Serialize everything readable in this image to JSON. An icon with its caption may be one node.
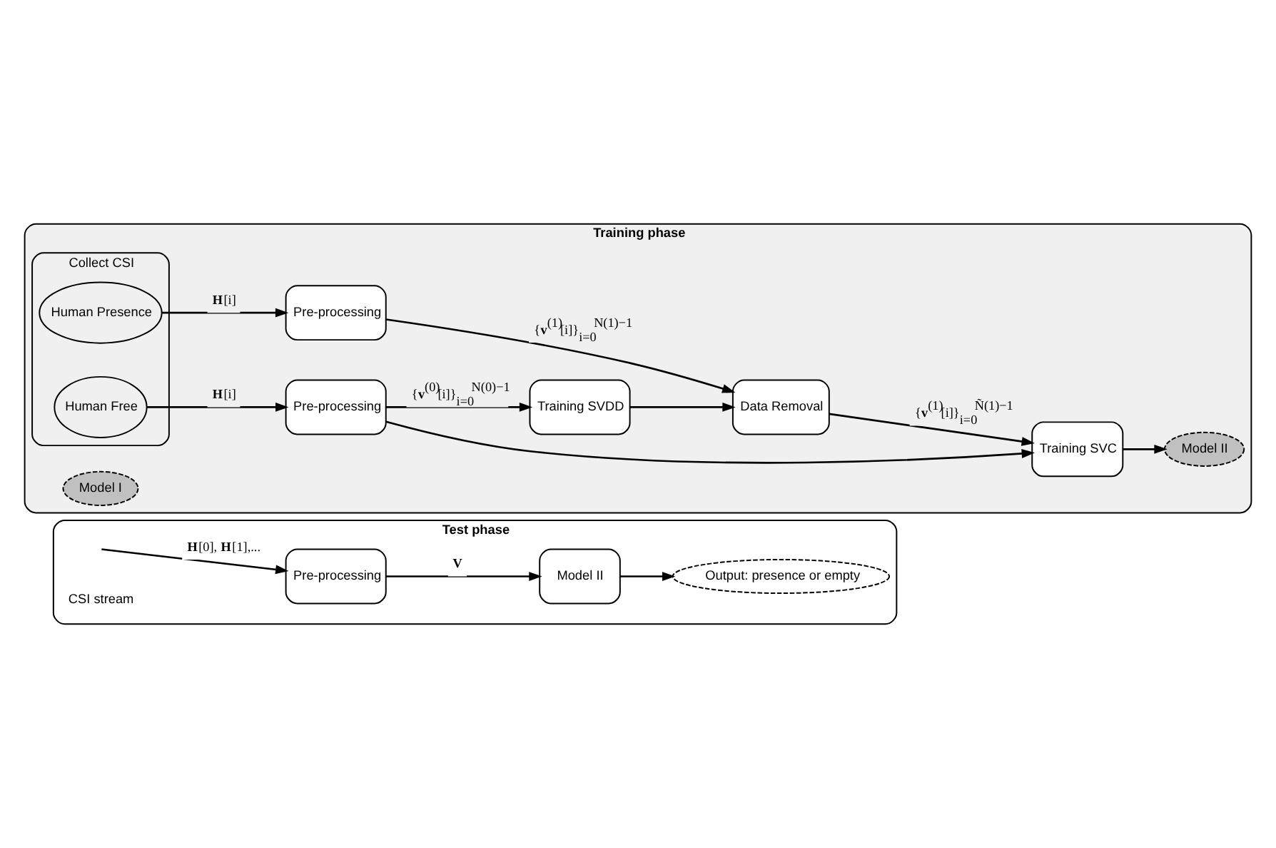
{
  "diagram": {
    "nodes": [
      {
        "text": [
          "Training phase"
        ]
      },
      {
        "text": [
          "Collect CSI"
        ],
        "in": 0
      },
      {
        "text": [
          "Human Free"
        ],
        "in": 1
      },
      {
        "text": [
          "Human Presence"
        ],
        "in": 1
      },
      {
        "text": [
          "Pre-processing"
        ],
        "in": 0
      },
      {
        "text": [
          "Training SVDD"
        ],
        "in": 0
      },
      {
        "text": [
          "Model I"
        ],
        "in": 0
      },
      {
        "text": [
          "Pre-processing"
        ],
        "in": 0
      },
      {
        "text": [
          "Data Removal"
        ],
        "in": 0
      },
      {
        "text": [
          "Training SVC"
        ],
        "in": 0
      },
      {
        "text": [
          "Model II"
        ],
        "in": 0
      },
      {
        "text": [
          "Test phase"
        ]
      },
      {
        "text": [
          "Pre-processing"
        ],
        "in": 11
      },
      {
        "text": [
          "Model II"
        ],
        "in": 11
      },
      {
        "text": [
          "Output: presence or empty"
        ],
        "in": 11
      }
    ],
    "edges": [
      {
        "from": 2,
        "to": 4,
        "arrow": "to",
        "label": "**H**[i]"
      },
      {
        "from": 3,
        "to": 7,
        "arrow": "to",
        "label": "**H**[i]"
      },
      {
        "from": 4,
        "to": 5,
        "arrow": "to",
        "label": "{**v**$^{(0)}$[i]}$_{i=0}$$^{N(0)−1}$"
      },
      {
        "from": 4,
        "to": 9,
        "arrow": "to"
      },
      {
        "from": 5,
        "to": 8,
        "arrow": "to"
      },
      {
        "from": 7,
        "to": 8,
        "arrow": "to",
        "label": "{**v**$^{(1)}$[i]}$_{i=0}$$^{N(1)−1}$"
      },
      {
        "from": 8,
        "to": 9,
        "arrow": "to",
        "label": "{**v**$^{(1)}$[i]}$_{i=0}$$^{Ñ(1)−1}$"
      },
      {
        "from": 9,
        "to": 10,
        "arrow": "to"
      },
      {
        "from": null,
        "to": 12,
        "arrow": "to",
        "label": "**H**[0], **H**[1],..."
      },
      {
        "from": 12,
        "to": 13,
        "arrow": "to",
        "label": "V"
      },
      {
        "from": 13,
        "to": 14,
        "arrow": "to"
      }
    ],
    "labels": [
      "CSI stream"
    ]
  }
}
